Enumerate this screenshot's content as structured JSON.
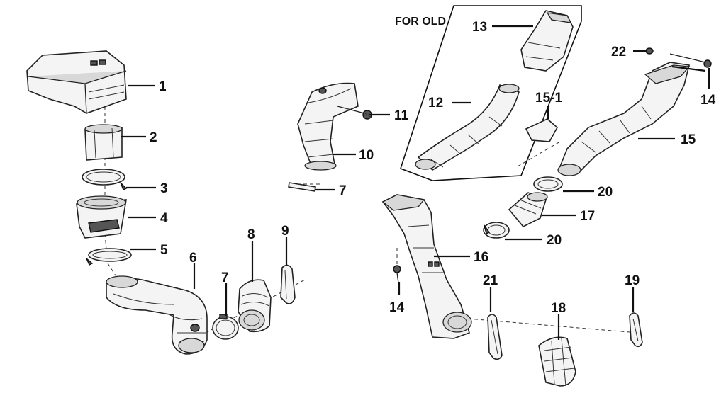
{
  "section_title": "FOR OLD",
  "labels": {
    "p1": "1",
    "p2": "2",
    "p3": "3",
    "p4": "4",
    "p5": "5",
    "p6": "6",
    "p7a": "7",
    "p7b": "7",
    "p8": "8",
    "p9": "9",
    "p10": "10",
    "p11": "11",
    "p12": "12",
    "p13": "13",
    "p14a": "14",
    "p14b": "14",
    "p15": "15",
    "p15_1": "15-1",
    "p16": "16",
    "p17": "17",
    "p18": "18",
    "p19": "19",
    "p20a": "20",
    "p20b": "20",
    "p21": "21",
    "p22": "22"
  }
}
